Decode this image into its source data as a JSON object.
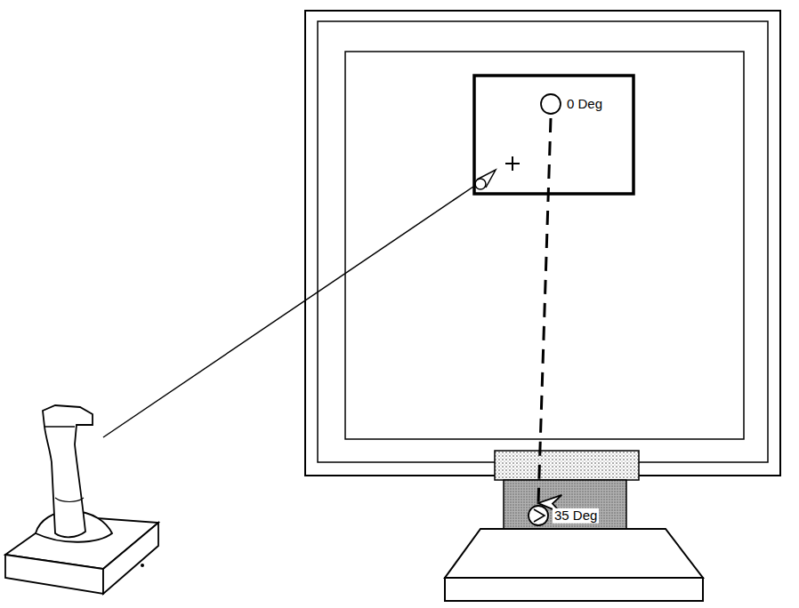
{
  "diagram": {
    "nodes": [
      {
        "text": [
          "0 Deg"
        ]
      },
      {
        "text": [
          "35 Deg"
        ]
      }
    ],
    "edges": [
      {
        "from": 0,
        "to": 1,
        "arrow": "to"
      }
    ]
  }
}
